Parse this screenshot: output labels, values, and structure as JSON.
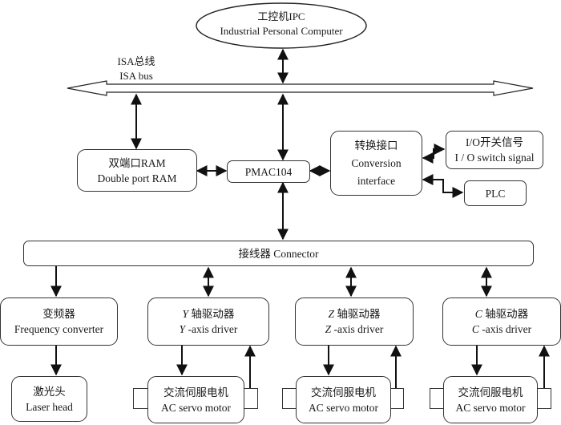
{
  "ipc": {
    "line1": "工控机IPC",
    "line2": "Industrial Personal Computer"
  },
  "bus": {
    "line1": "ISA总线",
    "line2": "ISA bus"
  },
  "dpram": {
    "line1": "双端口RAM",
    "line2": "Double port RAM"
  },
  "pmac": {
    "label": "PMAC104"
  },
  "conversion": {
    "line1": "转换接口",
    "line2": "Conversion",
    "line3": "interface"
  },
  "io": {
    "line1": "I/O开关信号",
    "line2": "I / O switch signal"
  },
  "plc": {
    "label": "PLC"
  },
  "connector": {
    "label": "接线器  Connector"
  },
  "freq": {
    "line1": "变频器",
    "line2": "Frequency converter"
  },
  "laser": {
    "line1": "激光头",
    "line2": "Laser head"
  },
  "drivers": [
    {
      "axis": "Y",
      "cn": " 轴驱动器",
      "en": " -axis driver"
    },
    {
      "axis": "Z",
      "cn": " 轴驱动器",
      "en": " -axis driver"
    },
    {
      "axis": "C",
      "cn": " 轴驱动器",
      "en": " -axis driver"
    }
  ],
  "motors": [
    {
      "line1": "交流伺服电机",
      "line2": "AC servo motor"
    },
    {
      "line1": "交流伺服电机",
      "line2": "AC servo motor"
    },
    {
      "line1": "交流伺服电机",
      "line2": "AC servo motor"
    }
  ]
}
